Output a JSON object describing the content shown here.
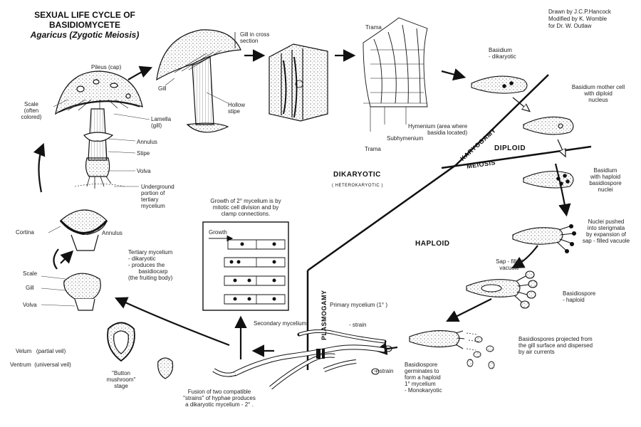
{
  "title": {
    "line1": "SEXUAL LIFE CYCLE OF",
    "line2": "BASIDIOMYCETE",
    "line3": "Agaricus (Zygotic Meiosis)"
  },
  "credits": {
    "line1": "Drawn by J.C.P.Hancock",
    "line2": "Modified by K. Womble",
    "line3": "for Dr. W. Outlaw"
  },
  "phases": {
    "dikaryotic": "DIKARYOTIC",
    "dikaryotic_sub": "( HETEROKARYOTIC )",
    "haploid": "HAPLOID",
    "diploid": "DIPLOID",
    "karyogamy": "KARYOGAMY",
    "meiosis": "MEIOSIS",
    "plasmogamy": "PLASMOGAMY"
  },
  "labels": {
    "pileus": "Pileus (cap)",
    "scale_top_1": "Scale",
    "scale_top_2": "(often",
    "scale_top_3": "colored)",
    "gill_a": "Gill",
    "lamella_1": "Lamella",
    "lamella_2": "(gill)",
    "annulus_a": "Annulus",
    "stipe": "Stipe",
    "volva_a": "Volva",
    "underground_1": "Underground",
    "underground_2": "portion of",
    "underground_3": "tertiary",
    "underground_4": "mycelium",
    "gill_cross_1": "Gill in cross",
    "gill_cross_2": "section",
    "hollow_1": "Hollow",
    "hollow_2": "stipe",
    "trama_top": "Trama",
    "hymenium_1": "Hymenium (area where",
    "hymenium_2": "basidia located)",
    "subhymenium": "Subhymenium",
    "trama_bottom": "Trama",
    "basidium_dik_1": "Basidium",
    "basidium_dik_2": "- dikaryotic",
    "mother_1": "Basidium mother cell",
    "mother_2": "with diploid",
    "mother_3": "nucleus",
    "haploid_nuclei_1": "Basidium",
    "haploid_nuclei_2": "with haploid",
    "haploid_nuclei_3": "basidiospore",
    "haploid_nuclei_4": "nuclei",
    "nuclei_pushed_1": "Nuclei pushed",
    "nuclei_pushed_2": "into sterigmata",
    "nuclei_pushed_3": "by expansion of",
    "nuclei_pushed_4": "sap - filled vacuole",
    "sap_1": "Sap - filled",
    "sap_2": "vacuole",
    "basidiospore_1": "Basidiospore",
    "basidiospore_2": "- haploid",
    "projected_1": "Basidiospores projected from",
    "projected_2": "the gill surface and dispersed",
    "projected_3": "by air currents",
    "germ_1": "Basidiospore",
    "germ_2": "germinates to",
    "germ_3": "form a haploid",
    "germ_4": "1° mycelium",
    "germ_5": "- Monokaryotic",
    "primary": "Primary mycelium (1° )",
    "minus_strain": "- strain",
    "plus_strain": "+ strain",
    "secondary": "Secondary mycelium",
    "fusion_1": "Fusion of two compatible",
    "fusion_2": "\"strains\" of hyphae produces",
    "fusion_3": "a dikaryotic mycelium - 2° .",
    "growth_title_1": "Growth of 2° mycelium is by",
    "growth_title_2": "mitotic cell division and by",
    "growth_title_3": "clamp connections.",
    "growth": "Growth",
    "tertiary_1": "Tertiary mycelium",
    "tertiary_2": "- dikaryotic",
    "tertiary_3": "- produces the",
    "tertiary_4": "basidiocarp",
    "tertiary_5": "(the fruiting body)",
    "cortina": "Cortina",
    "annulus_b": "Annulus",
    "scale_b": "Scale",
    "gill_b": "Gill",
    "volva_b": "Volva",
    "velum": "Velum",
    "partial_veil": "(partial veil)",
    "ventrum": "Ventrum",
    "universal_veil": "(universal veil)",
    "button_1": "\"Button",
    "button_2": "mushroom\"",
    "button_3": "stage"
  }
}
